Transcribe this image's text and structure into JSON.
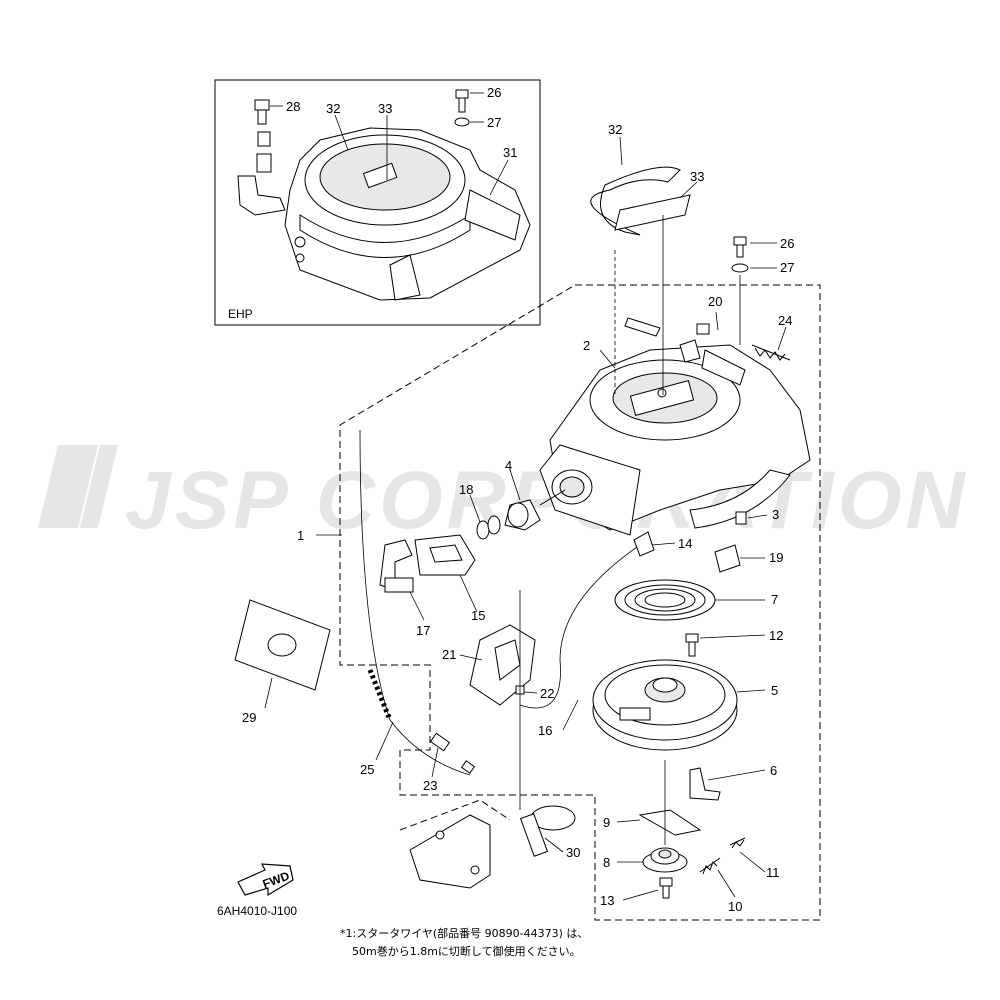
{
  "watermark": "JSP CORPORATION",
  "inset": {
    "label": "EHP"
  },
  "fwd_label": "FWD",
  "diagram_code": "6AH4010-J100",
  "footnote": {
    "line1": "*1:スタータワイヤ(部品番号  90890-44373) は、",
    "line2": "50m巻から1.8mに切断して御使用ください。"
  },
  "callouts": {
    "p1": "1",
    "p2": "2",
    "p3": "3",
    "p4": "4",
    "p5": "5",
    "p6": "6",
    "p7": "7",
    "p8": "8",
    "p9": "9",
    "p10": "10",
    "p11": "11",
    "p12": "12",
    "p13": "13",
    "p14": "14",
    "p15": "15",
    "p16": "16",
    "p17": "17",
    "p18": "18",
    "p19": "19",
    "p20": "20",
    "p21": "21",
    "p22": "22",
    "p23": "23",
    "p24": "24",
    "p25": "25",
    "p26": "26",
    "p27": "27",
    "p28": "28",
    "p29": "29",
    "p30": "30",
    "p31": "31",
    "p32": "32",
    "p33": "33",
    "i26": "26",
    "i27": "27",
    "i28": "28",
    "i31": "31",
    "i32": "32",
    "i33": "33"
  }
}
